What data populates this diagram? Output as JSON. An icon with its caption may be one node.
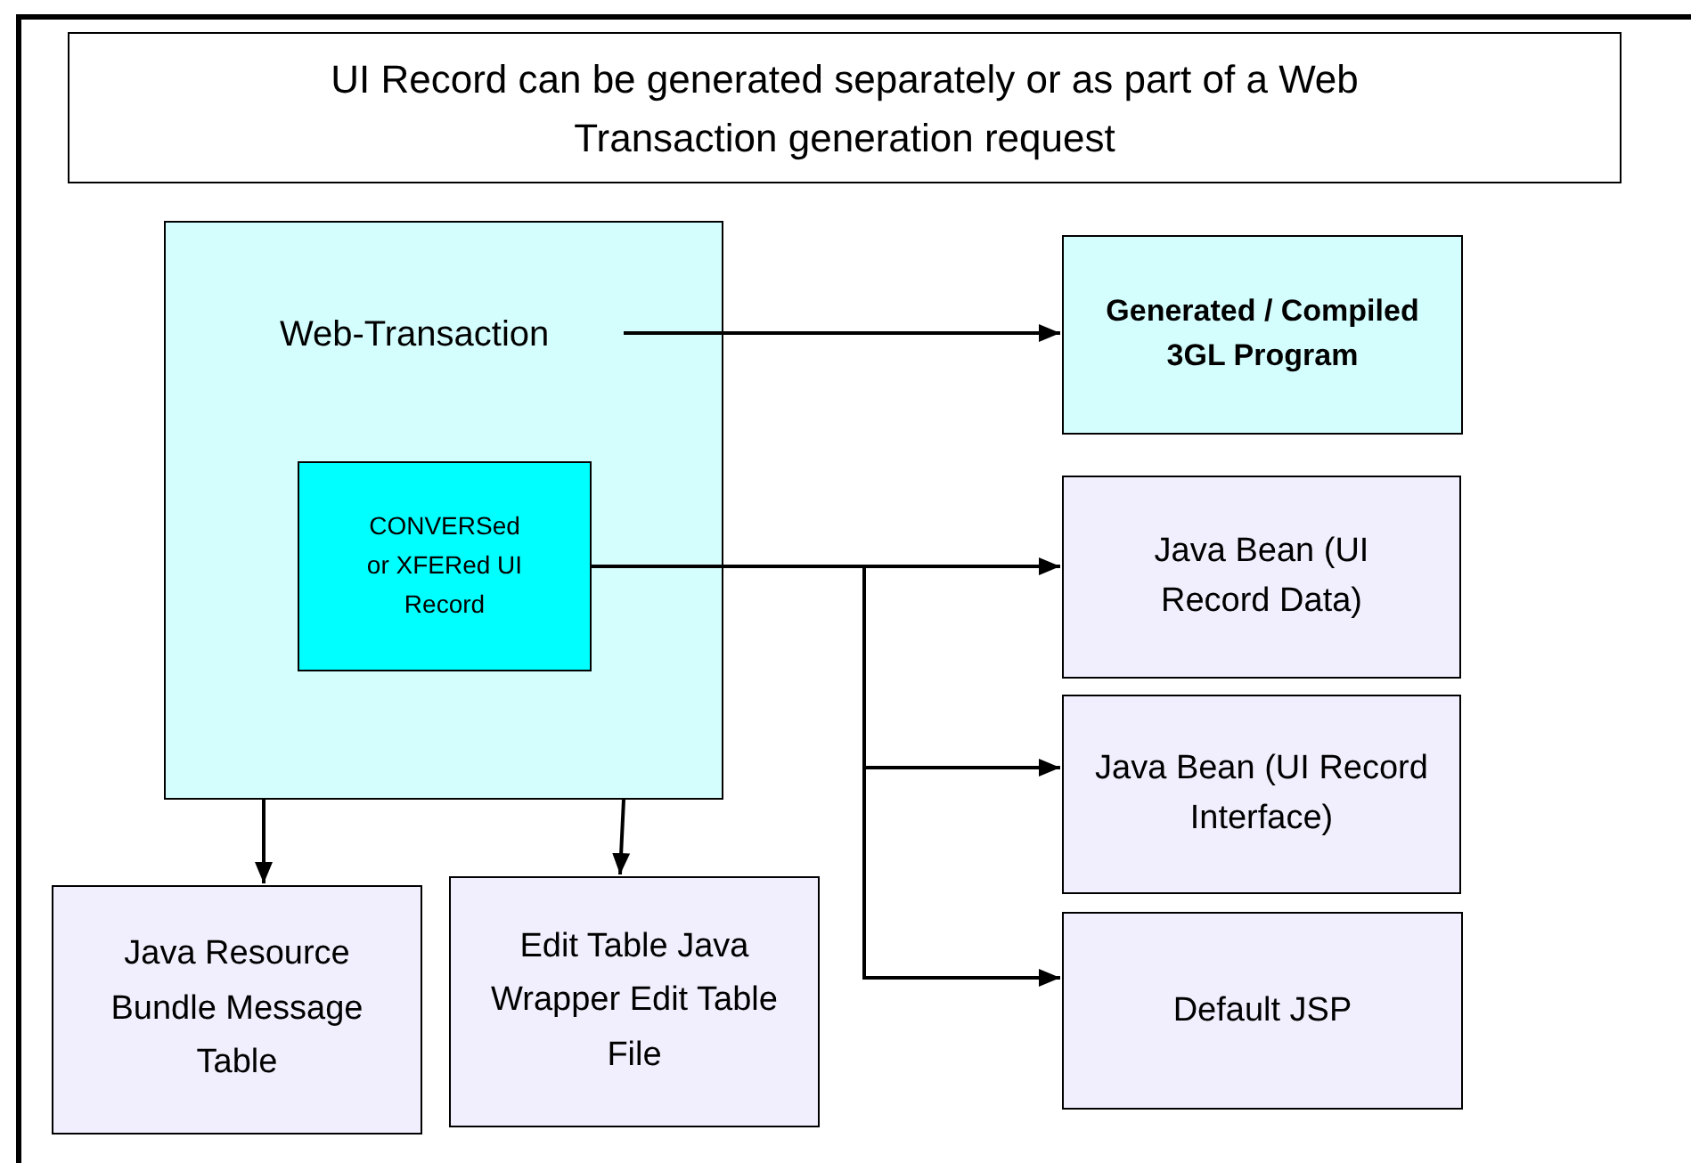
{
  "diagram": {
    "nodes": [
      {
        "text": [
          "UI Record can be generated separately or as part of a Web Transaction generation request"
        ]
      },
      {
        "text": [
          "Web-Transaction"
        ]
      },
      {
        "text": [
          "CONVERSed or XFERed UI Record"
        ],
        "in": 1
      },
      {
        "text": [
          "Generated / Compiled 3GL Program"
        ]
      },
      {
        "text": [
          "Java Bean (UI Record Data)"
        ]
      },
      {
        "text": [
          "Java Bean (UI Record Interface)"
        ]
      },
      {
        "text": [
          "Default JSP"
        ]
      },
      {
        "text": [
          "Java Resource Bundle Message Table"
        ]
      },
      {
        "text": [
          "Edit Table Java Wrapper Edit Table File"
        ]
      }
    ],
    "edges": [
      {
        "from": 1,
        "to": 3,
        "arrow": "to"
      },
      {
        "from": 2,
        "to": 4,
        "arrow": "to"
      },
      {
        "from": 2,
        "to": 5,
        "arrow": "to"
      },
      {
        "from": 2,
        "to": 6,
        "arrow": "to"
      },
      {
        "from": 1,
        "to": 7,
        "arrow": "to"
      },
      {
        "from": 1,
        "to": 8,
        "arrow": "to"
      }
    ]
  }
}
